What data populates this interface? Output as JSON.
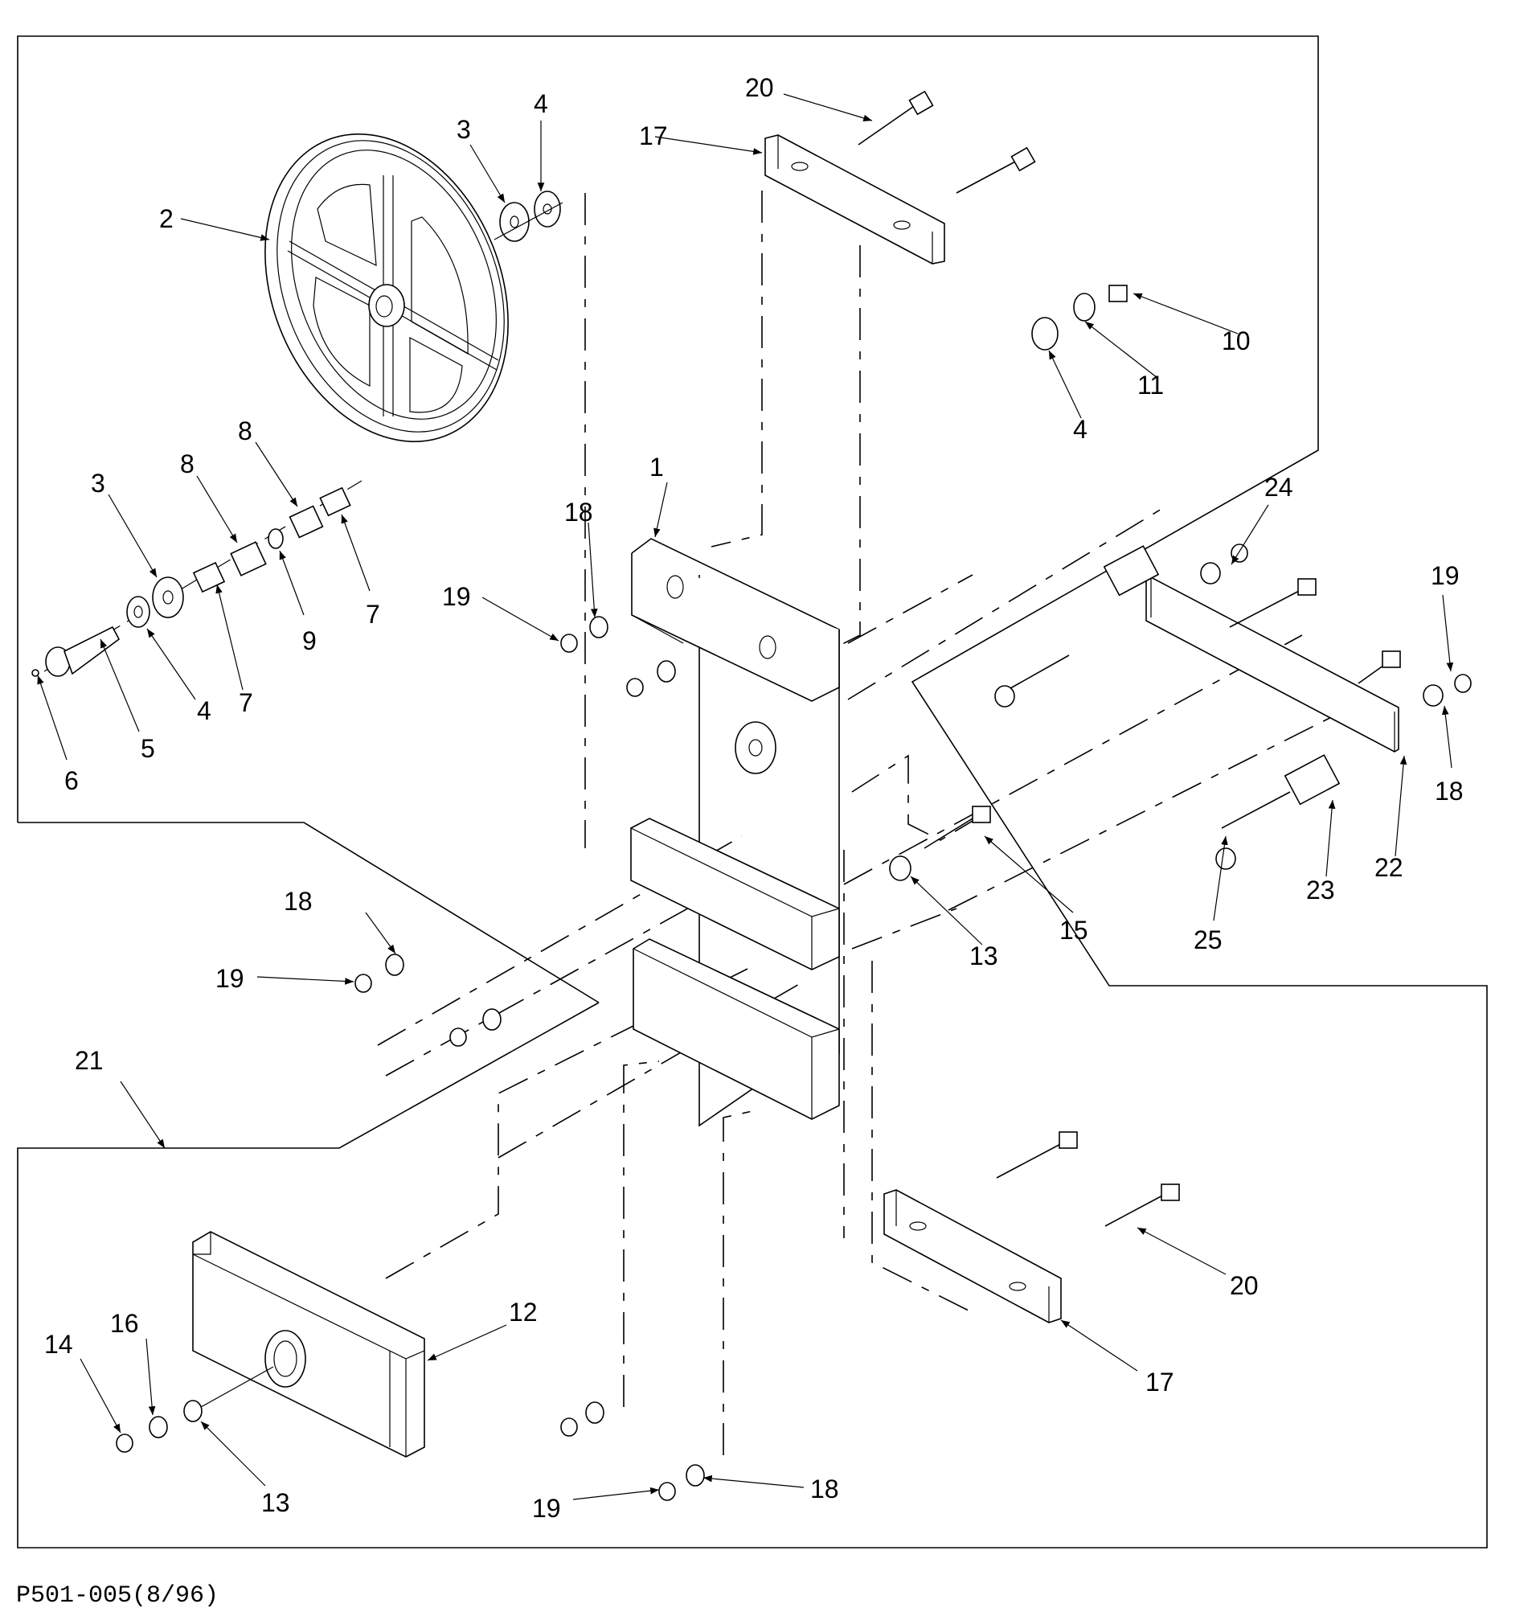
{
  "drawing": {
    "title": "Exploded parts diagram",
    "drawing_number": "P501-005(8/96)"
  },
  "callouts": [
    {
      "id": "c2",
      "label": "2",
      "part": "wheel"
    },
    {
      "id": "c3a",
      "label": "3",
      "part": "washer-upper"
    },
    {
      "id": "c4a",
      "label": "4",
      "part": "washer-upper"
    },
    {
      "id": "c20a",
      "label": "20",
      "part": "bolt-upper"
    },
    {
      "id": "c17a",
      "label": "17",
      "part": "bar-upper"
    },
    {
      "id": "c10",
      "label": "10",
      "part": "nut"
    },
    {
      "id": "c11",
      "label": "11",
      "part": "lock-washer"
    },
    {
      "id": "c4b",
      "label": "4",
      "part": "flat-washer"
    },
    {
      "id": "c1",
      "label": "1",
      "part": "frame"
    },
    {
      "id": "c18a",
      "label": "18",
      "part": "lock-washer"
    },
    {
      "id": "c19a",
      "label": "19",
      "part": "nut"
    },
    {
      "id": "c3b",
      "label": "3",
      "part": "washer"
    },
    {
      "id": "c8a",
      "label": "8",
      "part": "bushing"
    },
    {
      "id": "c8b",
      "label": "8",
      "part": "bushing"
    },
    {
      "id": "c7a",
      "label": "7",
      "part": "spacer"
    },
    {
      "id": "c7b",
      "label": "7",
      "part": "spacer"
    },
    {
      "id": "c9",
      "label": "9",
      "part": "ring"
    },
    {
      "id": "c4c",
      "label": "4",
      "part": "washer"
    },
    {
      "id": "c5",
      "label": "5",
      "part": "axle-bolt"
    },
    {
      "id": "c6",
      "label": "6",
      "part": "grease-fitting"
    },
    {
      "id": "c24",
      "label": "24",
      "part": "bolt"
    },
    {
      "id": "c19b",
      "label": "19",
      "part": "nut"
    },
    {
      "id": "c18b",
      "label": "18",
      "part": "lock-washer"
    },
    {
      "id": "c22",
      "label": "22",
      "part": "plate"
    },
    {
      "id": "c23",
      "label": "23",
      "part": "spacer"
    },
    {
      "id": "c25",
      "label": "25",
      "part": "bolt"
    },
    {
      "id": "c15",
      "label": "15",
      "part": "bolt"
    },
    {
      "id": "c13a",
      "label": "13",
      "part": "washer"
    },
    {
      "id": "c18c",
      "label": "18",
      "part": "lock-washer"
    },
    {
      "id": "c19c",
      "label": "19",
      "part": "nut"
    },
    {
      "id": "c21",
      "label": "21",
      "part": "assembly"
    },
    {
      "id": "c20b",
      "label": "20",
      "part": "bolt-lower"
    },
    {
      "id": "c17b",
      "label": "17",
      "part": "bar-lower"
    },
    {
      "id": "c12",
      "label": "12",
      "part": "block"
    },
    {
      "id": "c16",
      "label": "16",
      "part": "lock-washer"
    },
    {
      "id": "c14",
      "label": "14",
      "part": "nut"
    },
    {
      "id": "c13b",
      "label": "13",
      "part": "washer"
    },
    {
      "id": "c19d",
      "label": "19",
      "part": "nut"
    },
    {
      "id": "c18d",
      "label": "18",
      "part": "lock-washer"
    }
  ]
}
